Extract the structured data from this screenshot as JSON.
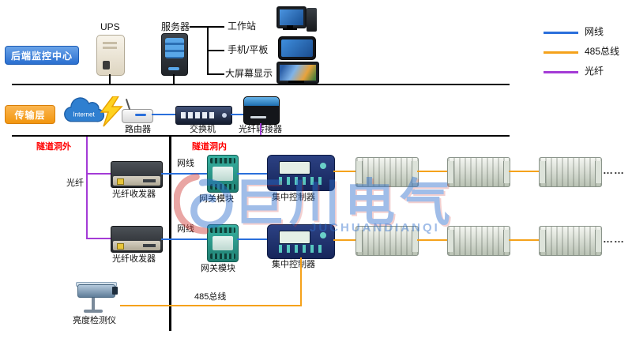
{
  "backend": {
    "section_label": "后端监控中心",
    "ups_label": "UPS",
    "server_label": "服务器",
    "terminals": [
      {
        "label": "工作站"
      },
      {
        "label": "手机/平板"
      },
      {
        "label": "大屏幕显示"
      }
    ]
  },
  "transmission": {
    "section_label": "传输层",
    "internet_label": "Internet",
    "router_label": "路由器",
    "switch_label": "交换机",
    "fiber_adapter_label": "光纤转接器"
  },
  "legend": {
    "items": [
      {
        "label": "网线",
        "color": "#2a6fdb"
      },
      {
        "label": "485总线",
        "color": "#f5a21b"
      },
      {
        "label": "光纤",
        "color": "#a43bd6"
      }
    ]
  },
  "tunnel": {
    "outside_label": "隧道洞外",
    "inside_label": "隧道洞内",
    "fiber_label": "光纤",
    "rows": [
      {
        "cable_label": "网线",
        "transceiver_label": "光纤收发器",
        "gateway_label": "网关模块",
        "controller_label": "集中控制器",
        "ellipsis": "……"
      },
      {
        "cable_label": "网线",
        "transceiver_label": "光纤收发器",
        "gateway_label": "网关模块",
        "controller_label": "集中控制器",
        "ellipsis": "……"
      }
    ],
    "brightness_label": "亮度检测仪",
    "bus_label": "485总线"
  },
  "watermark": {
    "text": "巨川电气",
    "subtext": "JUCHUANDIANQI"
  }
}
